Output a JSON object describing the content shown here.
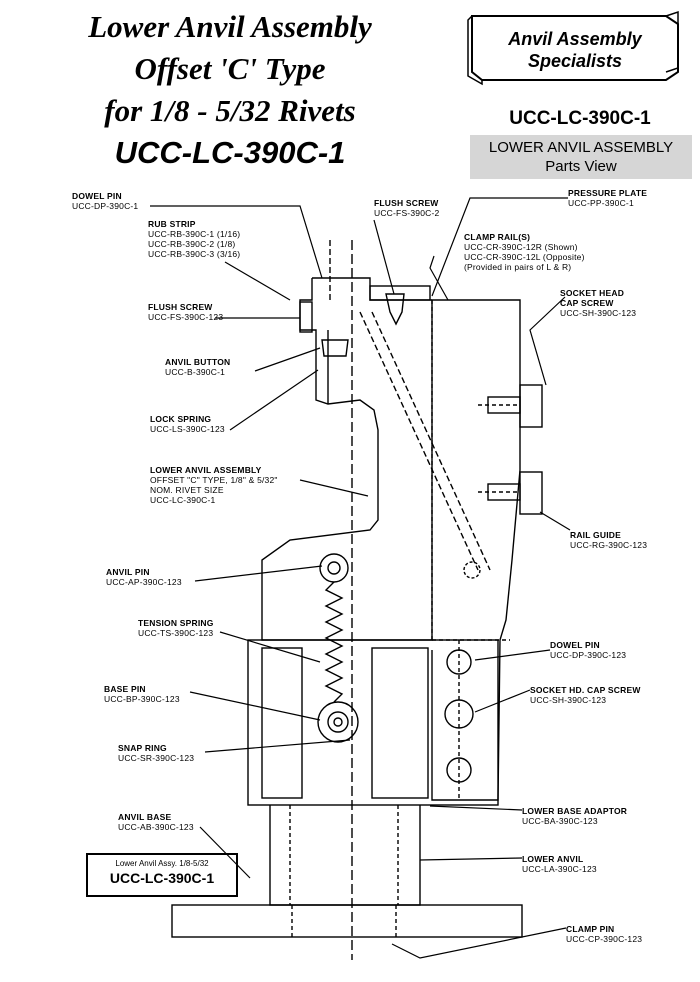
{
  "title": {
    "line1": "Lower Anvil Assembly",
    "line2": "Offset 'C' Type",
    "line3": "for 1/8 - 5/32 Rivets",
    "line4": "UCC-LC-390C-1"
  },
  "banner": {
    "line1": "Anvil Assembly",
    "line2": "Specialists"
  },
  "model_number": "UCC-LC-390C-1",
  "view_box": {
    "line1": "LOWER ANVIL ASSEMBLY",
    "line2": "Parts View"
  },
  "tag": {
    "small": "Lower Anvil Assy. 1/8-5/32",
    "model": "UCC-LC-390C-1"
  },
  "labels": {
    "dowel_pin_top": {
      "name": "DOWEL PIN",
      "parts": [
        "UCC-DP-390C-1"
      ]
    },
    "rub_strip": {
      "name": "RUB STRIP",
      "parts": [
        "UCC-RB-390C-1 (1/16)",
        "UCC-RB-390C-2 (1/8)",
        "UCC-RB-390C-3 (3/16)"
      ]
    },
    "flush_screw_left": {
      "name": "FLUSH SCREW",
      "parts": [
        "UCC-FS-390C-123"
      ]
    },
    "anvil_button": {
      "name": "ANVIL BUTTON",
      "parts": [
        "UCC-B-390C-1"
      ]
    },
    "lock_spring": {
      "name": "LOCK SPRING",
      "parts": [
        "UCC-LS-390C-123"
      ]
    },
    "lower_anvil_assembly": {
      "name": "LOWER ANVIL ASSEMBLY",
      "parts": [
        "OFFSET \"C\" TYPE, 1/8\" & 5/32\"",
        "NOM. RIVET SIZE",
        "UCC-LC-390C-1"
      ]
    },
    "anvil_pin": {
      "name": "ANVIL PIN",
      "parts": [
        "UCC-AP-390C-123"
      ]
    },
    "tension_spring": {
      "name": "TENSION SPRING",
      "parts": [
        "UCC-TS-390C-123"
      ]
    },
    "base_pin": {
      "name": "BASE PIN",
      "parts": [
        "UCC-BP-390C-123"
      ]
    },
    "snap_ring": {
      "name": "SNAP RING",
      "parts": [
        "UCC-SR-390C-123"
      ]
    },
    "anvil_base": {
      "name": "ANVIL BASE",
      "parts": [
        "UCC-AB-390C-123"
      ]
    },
    "flush_screw_top": {
      "name": "FLUSH SCREW",
      "parts": [
        "UCC-FS-390C-2"
      ]
    },
    "pressure_plate": {
      "name": "PRESSURE PLATE",
      "parts": [
        "UCC-PP-390C-1"
      ]
    },
    "clamp_rails": {
      "name": "CLAMP RAIL(S)",
      "parts": [
        "UCC-CR-390C-12R (Shown)",
        "UCC-CR-390C-12L (Opposite)",
        "(Provided in pairs of L & R)"
      ]
    },
    "socket_head_cap_screw": {
      "name": "SOCKET HEAD",
      "parts": [
        "CAP SCREW",
        "UCC-SH-390C-123"
      ]
    },
    "rail_guide": {
      "name": "RAIL GUIDE",
      "parts": [
        "UCC-RG-390C-123"
      ]
    },
    "dowel_pin_right": {
      "name": "DOWEL PIN",
      "parts": [
        "UCC-DP-390C-123"
      ]
    },
    "socket_hd_cap_screw": {
      "name": "SOCKET HD. CAP SCREW",
      "parts": [
        "UCC-SH-390C-123"
      ]
    },
    "lower_base_adaptor": {
      "name": "LOWER BASE ADAPTOR",
      "parts": [
        "UCC-BA-390C-123"
      ]
    },
    "lower_anvil": {
      "name": "LOWER ANVIL",
      "parts": [
        "UCC-LA-390C-123"
      ]
    },
    "clamp_pin": {
      "name": "CLAMP PIN",
      "parts": [
        "UCC-CP-390C-123"
      ]
    }
  }
}
